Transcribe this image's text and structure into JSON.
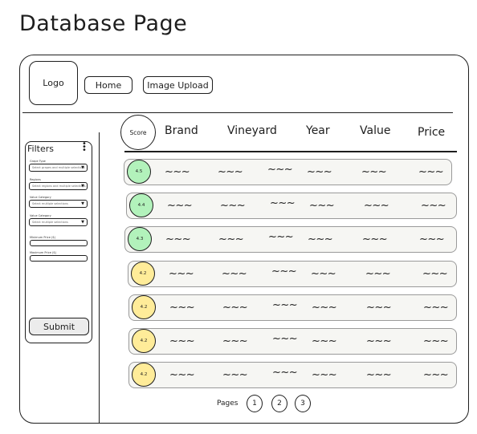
{
  "page_title": "Database Page",
  "header": {
    "logo": "Logo",
    "nav": [
      {
        "label": "Home"
      },
      {
        "label": "Image Upload"
      }
    ]
  },
  "filters": {
    "title": "Filters",
    "fields": [
      {
        "label": "Grape Type",
        "placeholder": "Select grapes and multiple selections"
      },
      {
        "label": "Regions",
        "placeholder": "Select regions and multiple selections"
      },
      {
        "label": "Value Category",
        "placeholder": "Select multiple selections"
      },
      {
        "label": "Value Category",
        "placeholder": "Select multiple selections"
      }
    ],
    "inputs": [
      {
        "label": "Minimum Price ($)"
      },
      {
        "label": "Maximum Price ($)"
      }
    ],
    "submit_label": "Submit"
  },
  "table": {
    "columns": [
      "Score",
      "Brand",
      "Vineyard",
      "Year",
      "Value",
      "Price"
    ],
    "placeholder_cell": "~~~",
    "rows": [
      {
        "score": "4.5",
        "color": "#b2f2bb"
      },
      {
        "score": "4.4",
        "color": "#b2f2bb"
      },
      {
        "score": "4.3",
        "color": "#b2f2bb"
      },
      {
        "score": "4.2",
        "color": "#ffec99"
      },
      {
        "score": "4.2",
        "color": "#ffec99"
      },
      {
        "score": "4.2",
        "color": "#ffec99"
      },
      {
        "score": "4.2",
        "color": "#ffec99"
      }
    ]
  },
  "pagination": {
    "label": "Pages",
    "pages": [
      "1",
      "2",
      "3"
    ]
  }
}
